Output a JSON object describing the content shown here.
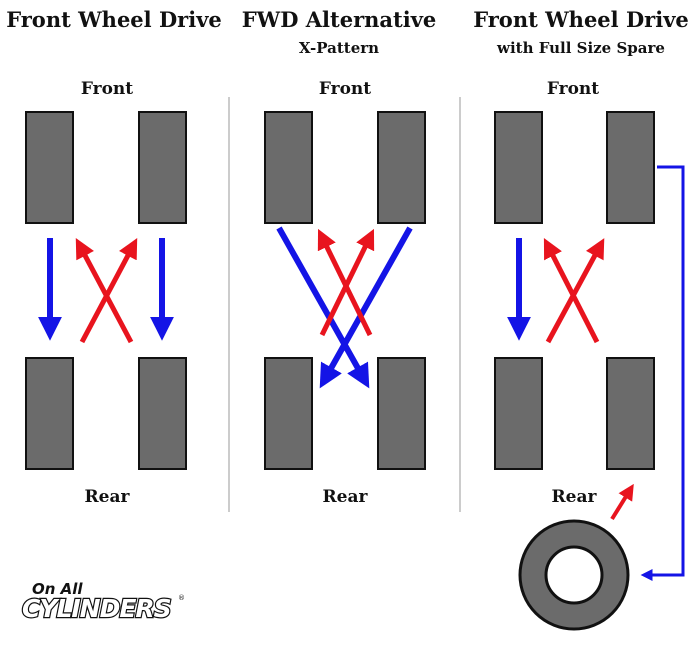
{
  "panels": [
    {
      "title": "Front Wheel Drive",
      "subtitle": "",
      "front_label": "Front",
      "rear_label": "Rear"
    },
    {
      "title": "FWD Alternative",
      "subtitle": "X-Pattern",
      "front_label": "Front",
      "rear_label": "Rear"
    },
    {
      "title": "Front Wheel Drive",
      "subtitle": "with Full Size Spare",
      "front_label": "Front",
      "rear_label": "Rear"
    }
  ],
  "logo": {
    "line1": "On All",
    "line2": "CYLINDERS",
    "mark": "®"
  },
  "colors": {
    "tire": "#6b6b6b",
    "tire_border": "#111111",
    "arrow_blue": "#1414e6",
    "arrow_red": "#e8141e",
    "divider": "#999999"
  }
}
